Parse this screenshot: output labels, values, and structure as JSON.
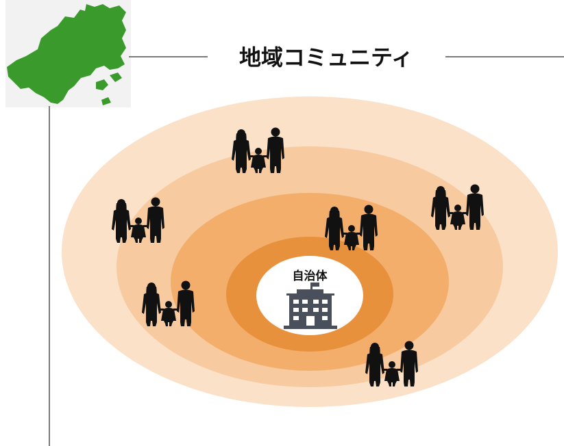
{
  "title": "地域コミュニティ",
  "center_label": "自治体",
  "colors": {
    "map_land": "#3a9a2c",
    "map_bg": "#f2f2f2",
    "rule_line": "#7a7a7a",
    "ring_outer": "#fae1c8",
    "ring_2": "#f7caa0",
    "ring_3": "#f3ae6c",
    "ring_inner": "#e8913c",
    "center_fill": "#ffffff",
    "building": "#4a4f5c",
    "family_silhouette": "#111111"
  },
  "icons": {
    "map": "region-map-icon",
    "building": "office-building-icon",
    "family": "family-silhouette-icon"
  },
  "families": [
    "family-1",
    "family-2",
    "family-3",
    "family-4",
    "family-5",
    "family-6"
  ]
}
